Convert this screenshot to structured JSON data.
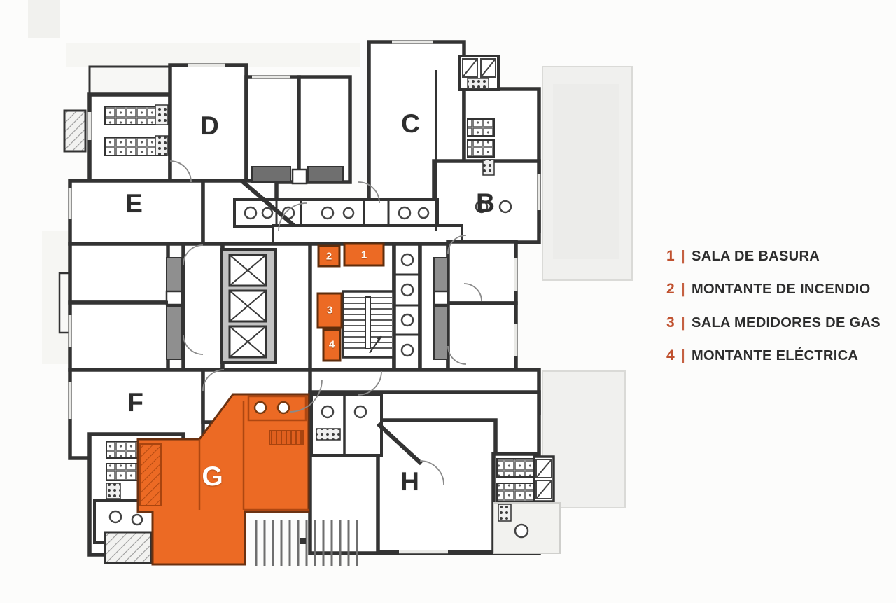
{
  "document": {
    "type": "floor-plan-scan",
    "background": "#fcfcfb"
  },
  "plan": {
    "highlight_color": "#ec6a24",
    "wall_color": "#333333",
    "apartments": [
      {
        "label": "D",
        "highlighted": false
      },
      {
        "label": "C",
        "highlighted": false
      },
      {
        "label": "E",
        "highlighted": false
      },
      {
        "label": "B",
        "highlighted": false
      },
      {
        "label": "F",
        "highlighted": false
      },
      {
        "label": "G",
        "highlighted": true
      },
      {
        "label": "H",
        "highlighted": false
      }
    ],
    "service_rooms": [
      {
        "num": "1"
      },
      {
        "num": "2"
      },
      {
        "num": "3"
      },
      {
        "num": "4"
      }
    ]
  },
  "legend": {
    "number_color": "#c0512f",
    "text_color": "#2d2d2d",
    "items": [
      {
        "num": "1",
        "separator": "|",
        "label": "SALA DE BASURA"
      },
      {
        "num": "2",
        "separator": "|",
        "label": "MONTANTE DE INCENDIO"
      },
      {
        "num": "3",
        "separator": "|",
        "label": "SALA MEDIDORES DE GAS"
      },
      {
        "num": "4",
        "separator": "|",
        "label": "MONTANTE ELÉCTRICA"
      }
    ]
  }
}
